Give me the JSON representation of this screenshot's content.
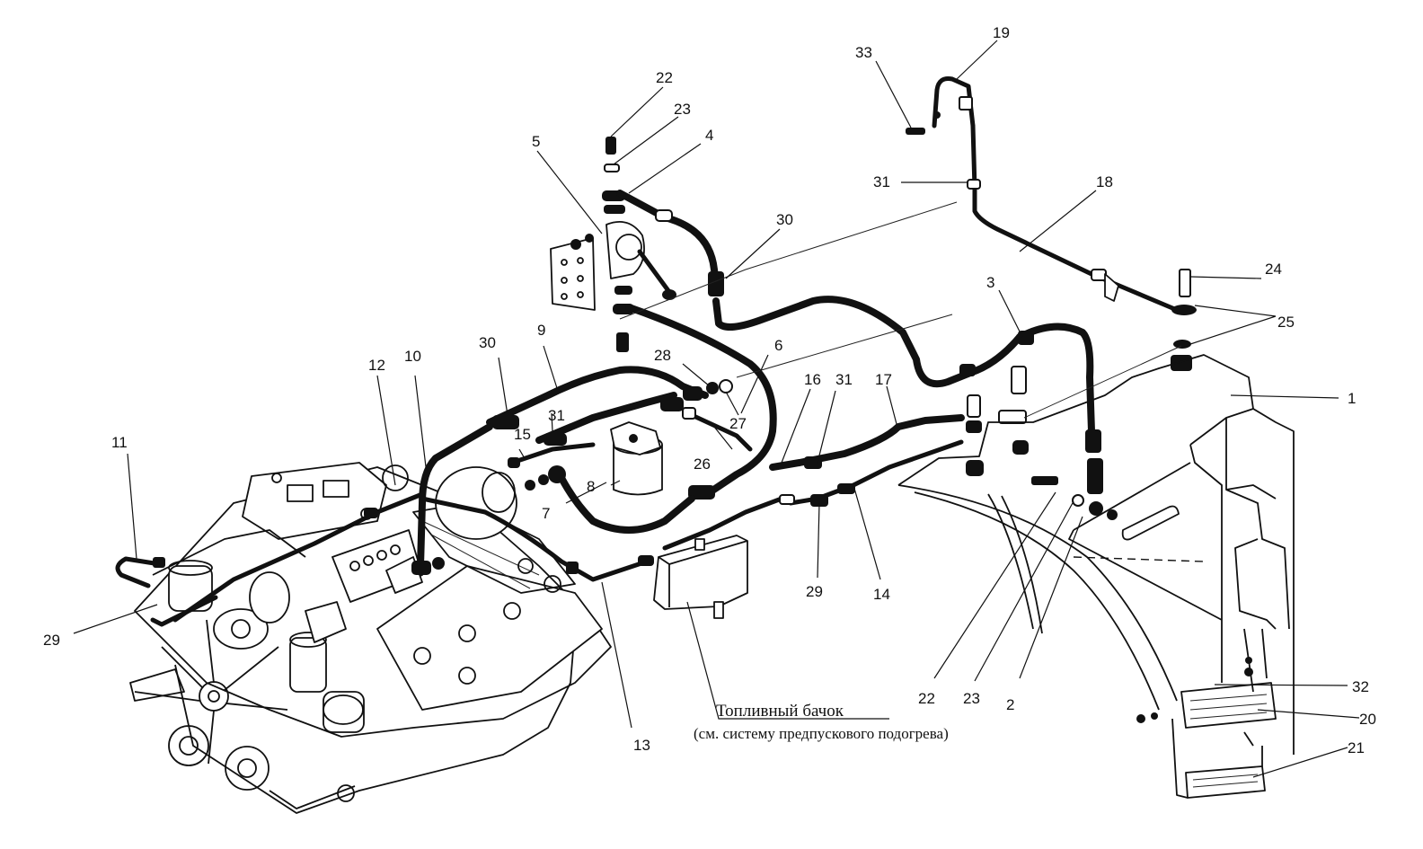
{
  "caption": {
    "title": "Топливный бачок",
    "subtitle": "(см. систему предпускового подогрева)"
  },
  "callouts": [
    {
      "id": "c1",
      "label": "1"
    },
    {
      "id": "c2",
      "label": "2"
    },
    {
      "id": "c3",
      "label": "3"
    },
    {
      "id": "c4",
      "label": "4"
    },
    {
      "id": "c5",
      "label": "5"
    },
    {
      "id": "c6",
      "label": "6"
    },
    {
      "id": "c7",
      "label": "7"
    },
    {
      "id": "c8",
      "label": "8"
    },
    {
      "id": "c9",
      "label": "9"
    },
    {
      "id": "c10",
      "label": "10"
    },
    {
      "id": "c11",
      "label": "11"
    },
    {
      "id": "c12",
      "label": "12"
    },
    {
      "id": "c13",
      "label": "13"
    },
    {
      "id": "c14",
      "label": "14"
    },
    {
      "id": "c15",
      "label": "15"
    },
    {
      "id": "c16",
      "label": "16"
    },
    {
      "id": "c17",
      "label": "17"
    },
    {
      "id": "c18",
      "label": "18"
    },
    {
      "id": "c19",
      "label": "19"
    },
    {
      "id": "c20",
      "label": "20"
    },
    {
      "id": "c21",
      "label": "21"
    },
    {
      "id": "c22a",
      "label": "22"
    },
    {
      "id": "c22b",
      "label": "22"
    },
    {
      "id": "c23a",
      "label": "23"
    },
    {
      "id": "c23b",
      "label": "23"
    },
    {
      "id": "c24",
      "label": "24"
    },
    {
      "id": "c25",
      "label": "25"
    },
    {
      "id": "c26",
      "label": "26"
    },
    {
      "id": "c27",
      "label": "27"
    },
    {
      "id": "c28",
      "label": "28"
    },
    {
      "id": "c29a",
      "label": "29"
    },
    {
      "id": "c29b",
      "label": "29"
    },
    {
      "id": "c30a",
      "label": "30"
    },
    {
      "id": "c30b",
      "label": "30"
    },
    {
      "id": "c31a",
      "label": "31"
    },
    {
      "id": "c31b",
      "label": "31"
    },
    {
      "id": "c31c",
      "label": "31"
    },
    {
      "id": "c32",
      "label": "32"
    },
    {
      "id": "c33",
      "label": "33"
    }
  ]
}
